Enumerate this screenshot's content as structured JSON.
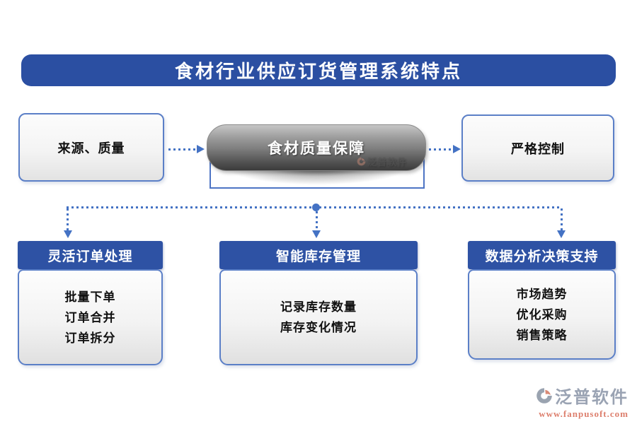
{
  "title": "食材行业供应订货管理系统特点",
  "flow": {
    "left": "来源、质量",
    "center": "食材质量保障",
    "right": "严格控制"
  },
  "columns": [
    {
      "header": "灵活订单处理",
      "items": [
        "批量下单",
        "订单合并",
        "订单拆分"
      ]
    },
    {
      "header": "智能库存管理",
      "items": [
        "记录库存数量",
        "库存变化情况"
      ]
    },
    {
      "header": "数据分析决策支持",
      "items": [
        "市场趋势",
        "优化采购",
        "销售策略"
      ]
    }
  ],
  "watermark": {
    "brand": "泛普软件"
  },
  "footer_logo": {
    "brand": "泛普软件",
    "website": "www.fanpusoft.com"
  },
  "colors": {
    "title_blue": "#2b4fa2",
    "header_blue": "#2e52a4",
    "connector_blue": "#4472c4",
    "pill_gray_top": "#c6c6c6",
    "pill_gray_bottom": "#3b3b3b",
    "logo_gray": "#9aa3b3",
    "logo_salmon": "#dd7f6d"
  }
}
